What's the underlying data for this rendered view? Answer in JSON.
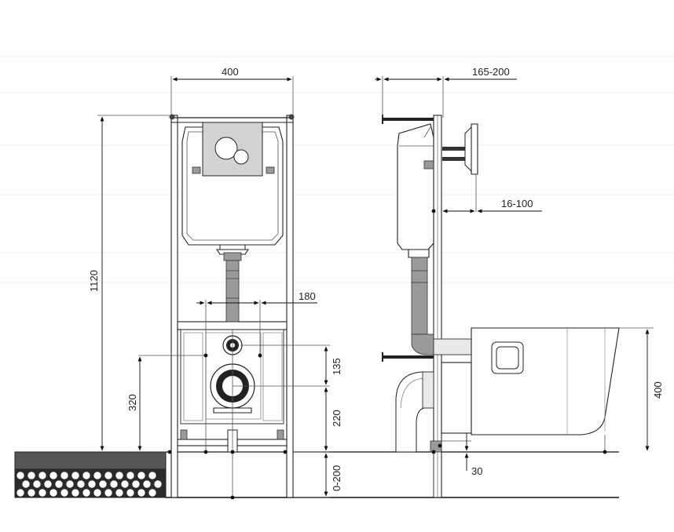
{
  "dimensions": {
    "frame_width": "400",
    "side_depth": "165-200",
    "frame_height": "1120",
    "outlet_spacing": "180",
    "inlet_offset": "135",
    "drain_height": "220",
    "inlet_height": "320",
    "floor_adjust": "0-200",
    "wall_gap": "16-100",
    "bowl_height": "400",
    "floor_gap": "30"
  },
  "colors": {
    "line": "#111111",
    "pipe_fill": "#9a9a9a",
    "floor_fill": "#555555",
    "background_lines": "#ededed"
  }
}
